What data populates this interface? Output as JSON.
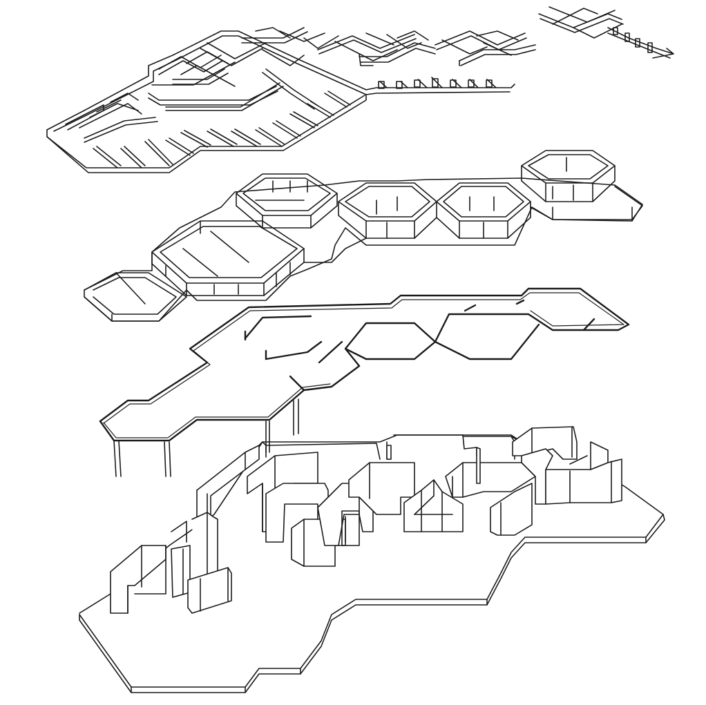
{
  "diagram": {
    "type": "exploded-axonometric",
    "text_labels": [],
    "colors": {
      "background": "#ffffff",
      "line": "#1a1a1a"
    },
    "layers": [
      {
        "name": "roof-framing",
        "order": 1
      },
      {
        "name": "hexagonal-clerestory-walls",
        "order": 2
      },
      {
        "name": "perimeter-beam-outline",
        "order": 3
      },
      {
        "name": "ground-floor-walls-and-slab",
        "order": 4
      }
    ]
  }
}
